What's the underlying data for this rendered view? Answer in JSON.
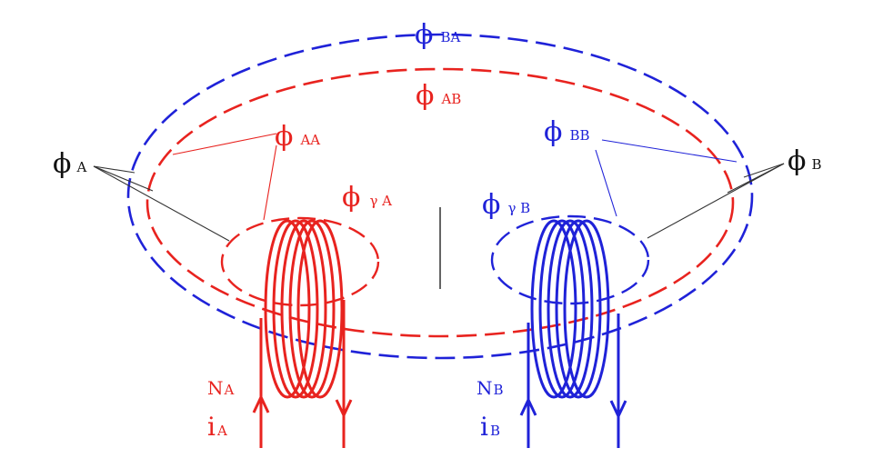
{
  "colors": {
    "red": "#e8231f",
    "blue": "#1f22d8",
    "black": "#222222",
    "thin_gray": "#555555"
  },
  "labels": {
    "phi": "ϕ",
    "phi_BA_sub": "BA",
    "phi_AB_sub": "AB",
    "phi_AA_sub": "AA",
    "phi_BB_sub": "BB",
    "phi_A_sub": "A",
    "phi_B_sub": "B",
    "phi_gammaA_sub": "γ A",
    "phi_gammaB_sub": "γ B",
    "N_A_main": "N",
    "N_A_sub": "A",
    "N_B_main": "N",
    "N_B_sub": "B",
    "i_A_main": "i",
    "i_A_sub": "A",
    "i_B_main": "i",
    "i_B_sub": "B"
  }
}
